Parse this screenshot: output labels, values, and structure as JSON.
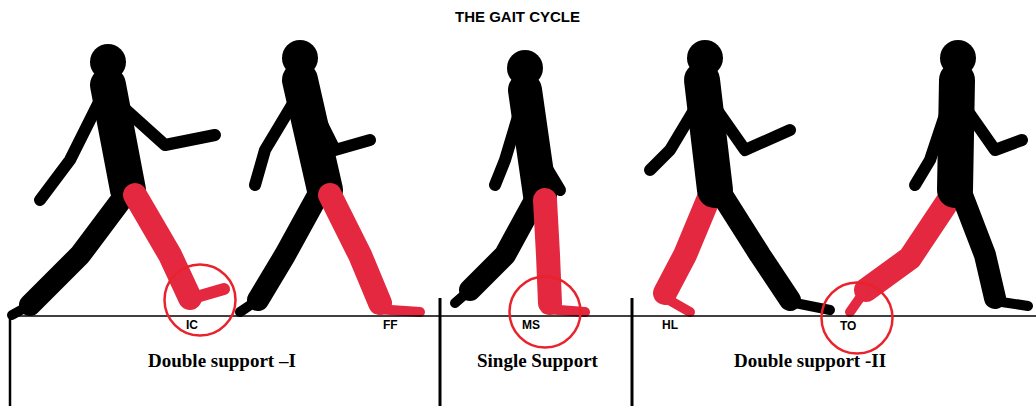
{
  "diagram": {
    "title": "THE GAIT CYCLE",
    "nodes": [
      {
        "text": [
          "IC"
        ]
      },
      {
        "text": [
          "MS"
        ]
      },
      {
        "text": [
          "TO"
        ]
      }
    ],
    "labels": [
      "FF",
      "HL",
      "Double support –I",
      "Single Support",
      "Double support -II"
    ]
  }
}
